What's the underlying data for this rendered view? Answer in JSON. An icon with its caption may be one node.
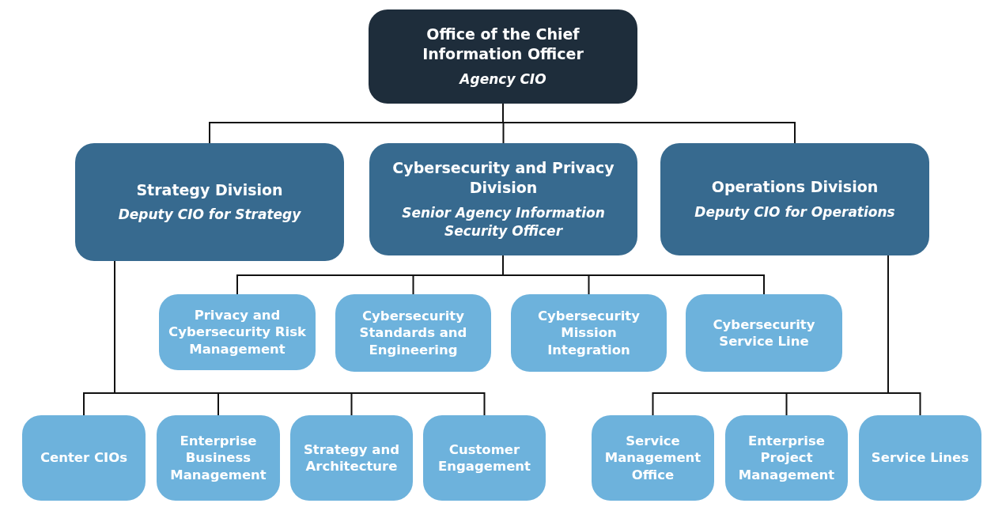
{
  "diagram": {
    "nodes": [
      {
        "text": [
          "Office of the Chief Information Officer",
          "Agency CIO"
        ]
      },
      {
        "text": [
          "Strategy Division",
          "Deputy CIO for Strategy"
        ]
      },
      {
        "text": [
          "Cybersecurity and Privacy Division",
          "Senior Agency Information Security Officer"
        ]
      },
      {
        "text": [
          "Operations Division",
          "Deputy CIO for Operations"
        ]
      },
      {
        "text": [
          "Privacy and Cybersecurity Risk Management"
        ]
      },
      {
        "text": [
          "Cybersecurity Standards and Engineering"
        ]
      },
      {
        "text": [
          "Cybersecurity Mission Integration"
        ]
      },
      {
        "text": [
          "Cybersecurity Service Line"
        ]
      },
      {
        "text": [
          "Center CIOs"
        ]
      },
      {
        "text": [
          "Enterprise Business Management"
        ]
      },
      {
        "text": [
          "Strategy and Architecture"
        ]
      },
      {
        "text": [
          "Customer Engagement"
        ]
      },
      {
        "text": [
          "Service Management Office"
        ]
      },
      {
        "text": [
          "Enterprise Project Management"
        ]
      },
      {
        "text": [
          "Service Lines"
        ]
      }
    ],
    "edges": [
      {
        "from": 0,
        "to": 1,
        "arrow": "none"
      },
      {
        "from": 0,
        "to": 2,
        "arrow": "none"
      },
      {
        "from": 0,
        "to": 3,
        "arrow": "none"
      },
      {
        "from": 2,
        "to": 4,
        "arrow": "none"
      },
      {
        "from": 2,
        "to": 5,
        "arrow": "none"
      },
      {
        "from": 2,
        "to": 6,
        "arrow": "none"
      },
      {
        "from": 2,
        "to": 7,
        "arrow": "none"
      },
      {
        "from": 1,
        "to": 8,
        "arrow": "none"
      },
      {
        "from": 1,
        "to": 9,
        "arrow": "none"
      },
      {
        "from": 1,
        "to": 10,
        "arrow": "none"
      },
      {
        "from": 1,
        "to": 11,
        "arrow": "none"
      },
      {
        "from": 3,
        "to": 12,
        "arrow": "none"
      },
      {
        "from": 3,
        "to": 13,
        "arrow": "none"
      },
      {
        "from": 3,
        "to": 14,
        "arrow": "none"
      }
    ]
  }
}
